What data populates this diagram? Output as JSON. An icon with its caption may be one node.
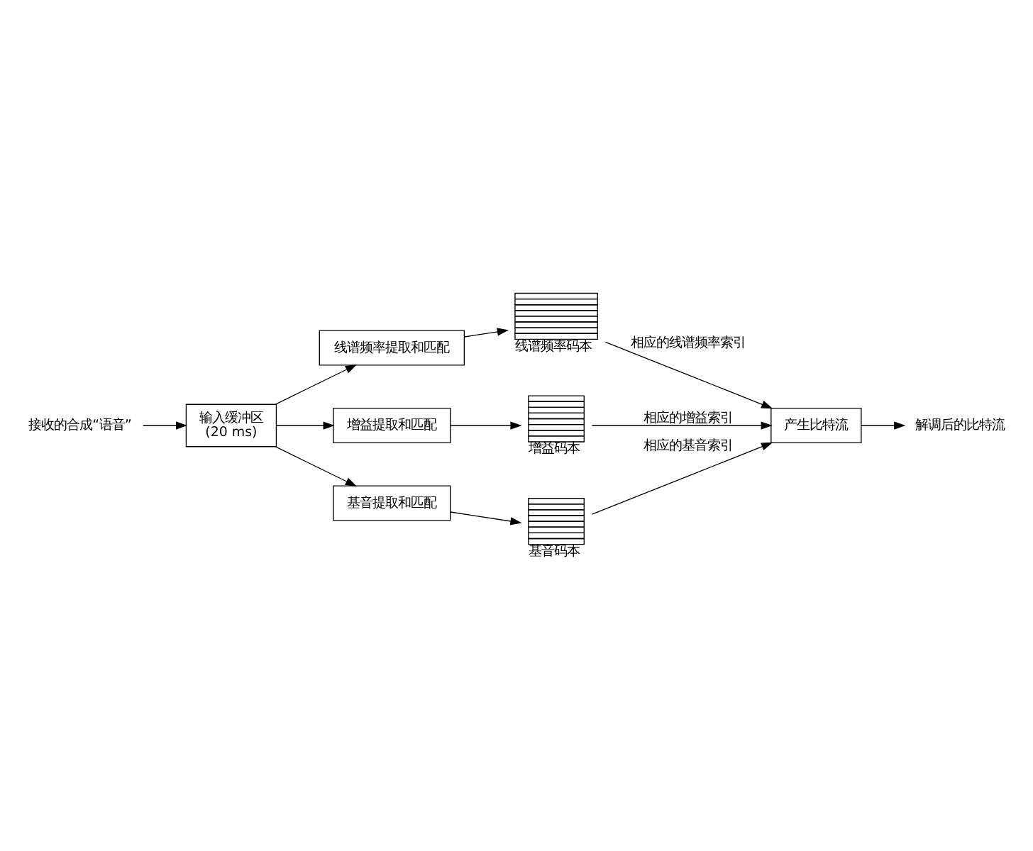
{
  "diagram": {
    "nodes": [
      {
        "text": [
          "接收的合成“语音”"
        ]
      },
      {
        "text": [
          "输入缓冲区",
          "(20 ms)"
        ]
      },
      {
        "text": [
          "线谱频率提取和匹配"
        ]
      },
      {
        "text": [
          "增益提取和匹配"
        ]
      },
      {
        "text": [
          "基音提取和匹配"
        ]
      },
      {
        "text": [
          "线谱频率码本"
        ]
      },
      {
        "text": [
          "增益码本"
        ]
      },
      {
        "text": [
          "基音码本"
        ]
      },
      {
        "text": [
          "产生比特流"
        ]
      },
      {
        "text": [
          "解调后的比特流"
        ]
      }
    ],
    "edges": [
      {
        "from": 0,
        "to": 1,
        "arrow": "to"
      },
      {
        "from": 1,
        "to": 2,
        "arrow": "to"
      },
      {
        "from": 1,
        "to": 3,
        "arrow": "to"
      },
      {
        "from": 1,
        "to": 4,
        "arrow": "to"
      },
      {
        "from": 2,
        "to": 5,
        "arrow": "to"
      },
      {
        "from": 3,
        "to": 6,
        "arrow": "to"
      },
      {
        "from": 4,
        "to": 7,
        "arrow": "to"
      },
      {
        "from": 5,
        "to": 8,
        "arrow": "to",
        "label": "相应的线谱频率索引"
      },
      {
        "from": 6,
        "to": 8,
        "arrow": "to",
        "label": "相应的增益索引"
      },
      {
        "from": 7,
        "to": 8,
        "arrow": "to",
        "label": "相应的基音索引"
      },
      {
        "from": 8,
        "to": 9,
        "arrow": "to"
      }
    ]
  }
}
